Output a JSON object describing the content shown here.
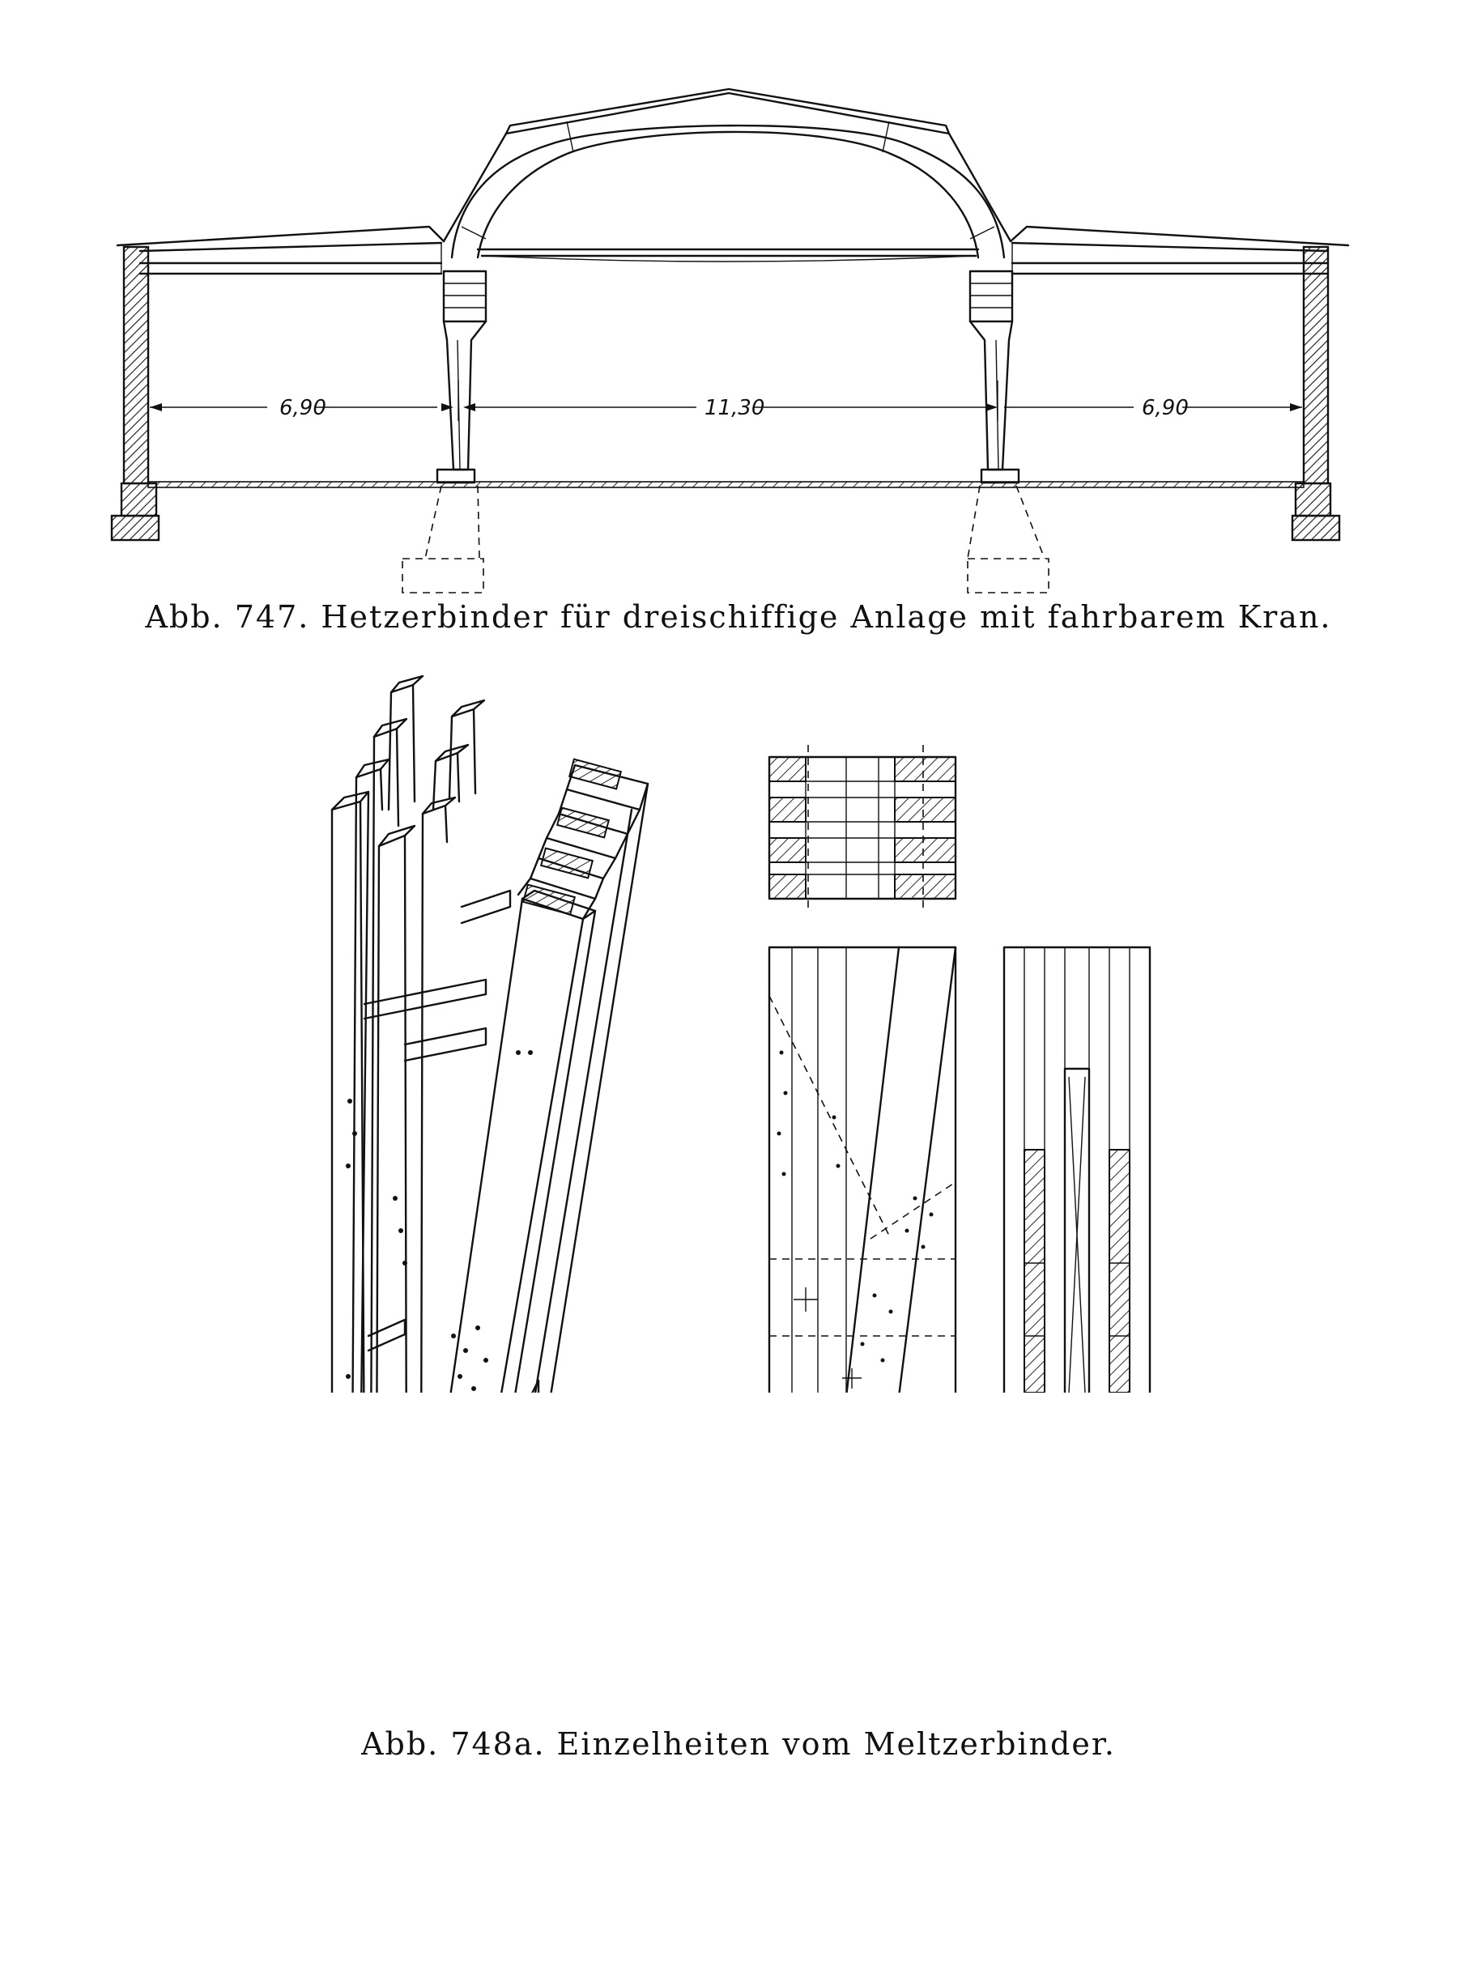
{
  "figure_747": {
    "dimensions": {
      "left_span": "6,90",
      "middle_span": "11,30",
      "right_span": "6,90"
    },
    "caption": "Abb. 747. Hetzerbinder für dreischiffige Anlage mit fahrbarem Kran."
  },
  "figure_748a": {
    "caption": "Abb. 748a. Einzelheiten vom Meltzerbinder."
  }
}
